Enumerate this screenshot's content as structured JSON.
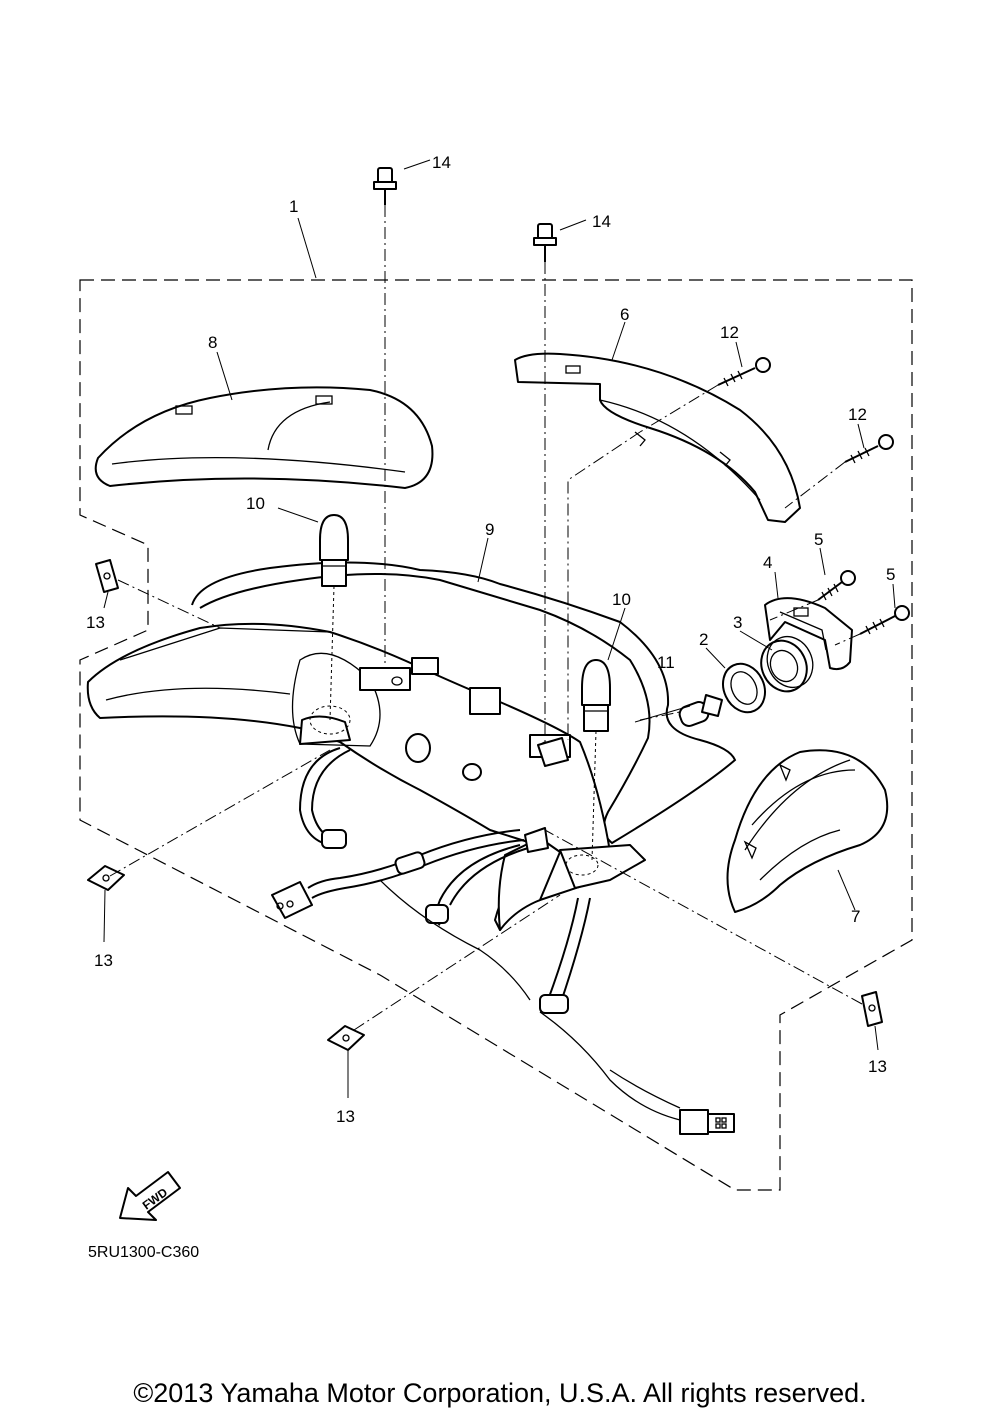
{
  "callouts": {
    "p1": "1",
    "p2": "2",
    "p3": "3",
    "p4": "4",
    "p5a": "5",
    "p5b": "5",
    "p6": "6",
    "p7": "7",
    "p8": "8",
    "p9": "9",
    "p10a": "10",
    "p10b": "10",
    "p11": "11",
    "p12a": "12",
    "p12b": "12",
    "p13a": "13",
    "p13b": "13",
    "p13c": "13",
    "p13d": "13",
    "p14a": "14",
    "p14b": "14"
  },
  "fwd_label": "FWD",
  "diagram_code": "5RU1300-C360",
  "copyright": "©2013 Yamaha Motor Corporation, U.S.A. All rights reserved."
}
